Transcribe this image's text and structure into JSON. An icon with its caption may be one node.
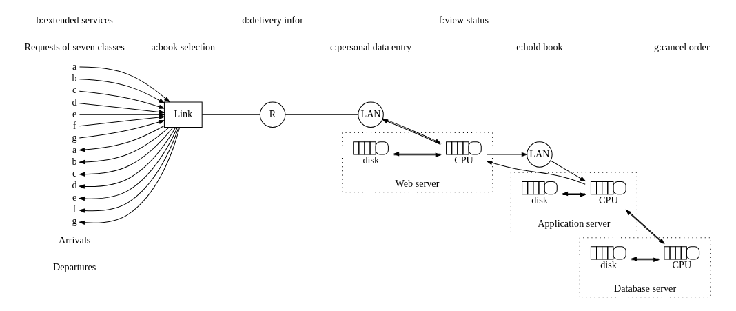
{
  "diagram": {
    "nodes": [
      {
        "text": [
          "a"
        ]
      },
      {
        "text": [
          "b"
        ]
      },
      {
        "text": [
          "c"
        ]
      },
      {
        "text": [
          "d"
        ]
      },
      {
        "text": [
          "e"
        ]
      },
      {
        "text": [
          "f"
        ]
      },
      {
        "text": [
          "g"
        ]
      },
      {
        "text": [
          "a"
        ]
      },
      {
        "text": [
          "b"
        ]
      },
      {
        "text": [
          "c"
        ]
      },
      {
        "text": [
          "d"
        ]
      },
      {
        "text": [
          "e"
        ]
      },
      {
        "text": [
          "f"
        ]
      },
      {
        "text": [
          "g"
        ]
      },
      {
        "text": [
          "Link"
        ]
      },
      {
        "text": [
          "R"
        ]
      },
      {
        "text": [
          "LAN"
        ]
      },
      {
        "text": [
          "Web server"
        ]
      },
      {
        "text": [
          "disk"
        ],
        "in": 17
      },
      {
        "text": [
          "CPU"
        ],
        "in": 17
      },
      {
        "text": [
          "LAN"
        ]
      },
      {
        "text": [
          "Application server"
        ]
      },
      {
        "text": [
          "disk"
        ],
        "in": 21
      },
      {
        "text": [
          "CPU"
        ],
        "in": 21
      },
      {
        "text": [
          "Database server"
        ]
      },
      {
        "text": [
          "disk"
        ],
        "in": 24
      },
      {
        "text": [
          "CPU"
        ],
        "in": 24
      }
    ],
    "edges": [
      {
        "from": 0,
        "to": 14,
        "arrow": "to"
      },
      {
        "from": 1,
        "to": 14,
        "arrow": "to"
      },
      {
        "from": 2,
        "to": 14,
        "arrow": "to"
      },
      {
        "from": 3,
        "to": 14,
        "arrow": "to"
      },
      {
        "from": 4,
        "to": 14,
        "arrow": "to"
      },
      {
        "from": 5,
        "to": 14,
        "arrow": "to"
      },
      {
        "from": 6,
        "to": 14,
        "arrow": "to"
      },
      {
        "from": 14,
        "to": 7,
        "arrow": "to"
      },
      {
        "from": 14,
        "to": 8,
        "arrow": "to"
      },
      {
        "from": 14,
        "to": 9,
        "arrow": "to"
      },
      {
        "from": 14,
        "to": 10,
        "arrow": "to"
      },
      {
        "from": 14,
        "to": 11,
        "arrow": "to"
      },
      {
        "from": 14,
        "to": 12,
        "arrow": "to"
      },
      {
        "from": 14,
        "to": 13,
        "arrow": "to"
      },
      {
        "from": 14,
        "to": 15,
        "arrow": "none"
      },
      {
        "from": 15,
        "to": 16,
        "arrow": "none"
      },
      {
        "from": 16,
        "to": 19,
        "arrow": "to"
      },
      {
        "from": 19,
        "to": 18,
        "arrow": "to"
      },
      {
        "from": 18,
        "to": 19,
        "arrow": "to"
      },
      {
        "from": 19,
        "to": 16,
        "arrow": "to"
      },
      {
        "from": 19,
        "to": 20,
        "arrow": "to"
      },
      {
        "from": 20,
        "to": 23,
        "arrow": "to"
      },
      {
        "from": 23,
        "to": 22,
        "arrow": "to"
      },
      {
        "from": 22,
        "to": 23,
        "arrow": "to"
      },
      {
        "from": 23,
        "to": 26,
        "arrow": "to"
      },
      {
        "from": 26,
        "to": 25,
        "arrow": "to"
      },
      {
        "from": 25,
        "to": 26,
        "arrow": "to"
      },
      {
        "from": 26,
        "to": 23,
        "arrow": "to"
      },
      {
        "from": 23,
        "to": 19,
        "arrow": "to"
      }
    ],
    "labels": [
      "Arrivals",
      "Departures",
      "Requests of seven classes",
      "a:book selection",
      "c:personal data entry",
      "e:hold book",
      "g:cancel order",
      "b:extended services",
      "d:delivery infor",
      "f:view status"
    ]
  }
}
